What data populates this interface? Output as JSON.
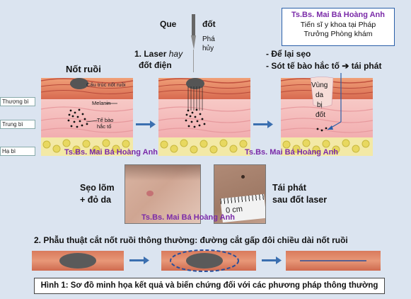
{
  "author_box": {
    "name": "Ts.Bs. Mai Bá Hoàng Anh",
    "line1": "Tiến sĩ y khoa tại Pháp",
    "line2": "Trưởng Phòng khám"
  },
  "tool": {
    "label_left": "Que",
    "label_right": "đốt",
    "sub1": "Phá",
    "sub2": "hủy"
  },
  "step1": {
    "line1": "1. Laser",
    "hay": "hay",
    "line2": "đốt điện"
  },
  "results": {
    "line1": "- Để lại sẹo",
    "line2_pre": "- Sót tế bào hắc tố",
    "line2_arrow": "➔",
    "line2_post": "tái phát"
  },
  "mole_label": "Nốt ruồi",
  "annotations": {
    "structure": "Cấu trúc nốt ruồi",
    "melanin": "Melanin",
    "cells1": "Tế bào",
    "cells2": "hắc tố",
    "burned1": "Vùng",
    "burned2": "da",
    "burned3": "bị",
    "burned4": "đốt"
  },
  "layers": {
    "epidermis": "Thượng bì",
    "dermis": "Trung bì",
    "hypodermis": "Hạ bì"
  },
  "watermarks": [
    "Ts.Bs. Mai Bá Hoàng Anh",
    "Ts.Bs. Mai Bá Hoàng Anh",
    "Ts.Bs. Mai Bá Hoàng Anh"
  ],
  "scar": {
    "line1": "Sẹo lõm",
    "line2": "+ đỏ da"
  },
  "recur": {
    "line1": "Tái phát",
    "line2": "sau đốt laser"
  },
  "ruler_label": "0 cm",
  "step2": "2. Phẫu thuật cắt nốt ruồi thông thường: đường cắt gấp đôi chiều dài nốt ruồi",
  "caption": "Hình 1: Sơ đồ minh họa kết quả và biến chứng đối với các phương pháp thông thường",
  "colors": {
    "background": "#dbe4f0",
    "accent": "#7a2aa8",
    "arrow": "#3b6fb0",
    "mole": "#5a5a5a"
  }
}
